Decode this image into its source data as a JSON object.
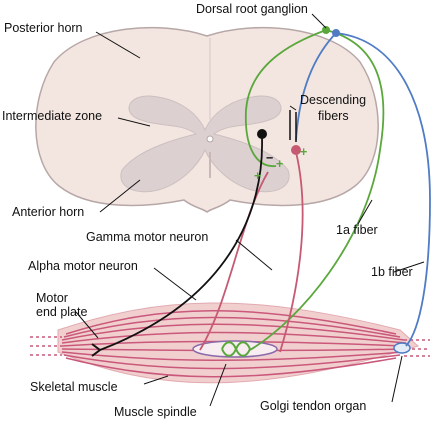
{
  "labels": {
    "dorsal_root_ganglion": "Dorsal root ganglion",
    "posterior_horn": "Posterior horn",
    "intermediate_zone": "Intermediate zone",
    "descending_fibers_line1": "Descending",
    "descending_fibers_line2": "fibers",
    "anterior_horn": "Anterior horn",
    "gamma_motor_neuron": "Gamma motor neuron",
    "alpha_motor_neuron": "Alpha motor neuron",
    "fiber_1a": "1a fiber",
    "fiber_1b": "1b fiber",
    "motor_end_plate_line1": "Motor",
    "motor_end_plate_line2": "end plate",
    "skeletal_muscle": "Skeletal muscle",
    "muscle_spindle": "Muscle spindle",
    "golgi_tendon_organ": "Golgi tendon organ"
  },
  "colors": {
    "spinal_cord_fill": "#f3e6e1",
    "spinal_cord_outline": "#b7a7a7",
    "gray_matter": "#dcd0d0",
    "muscle_fill": "#f2cfcf",
    "muscle_stripes": "#c9587a",
    "fiber_1a": "#5aa83c",
    "fiber_1b": "#4f7cc4",
    "gamma_neuron": "#c65a72",
    "alpha_neuron": "#111111"
  },
  "icons": {
    "excitatory": "plus-sign",
    "inhibitory": "minus-sign"
  }
}
